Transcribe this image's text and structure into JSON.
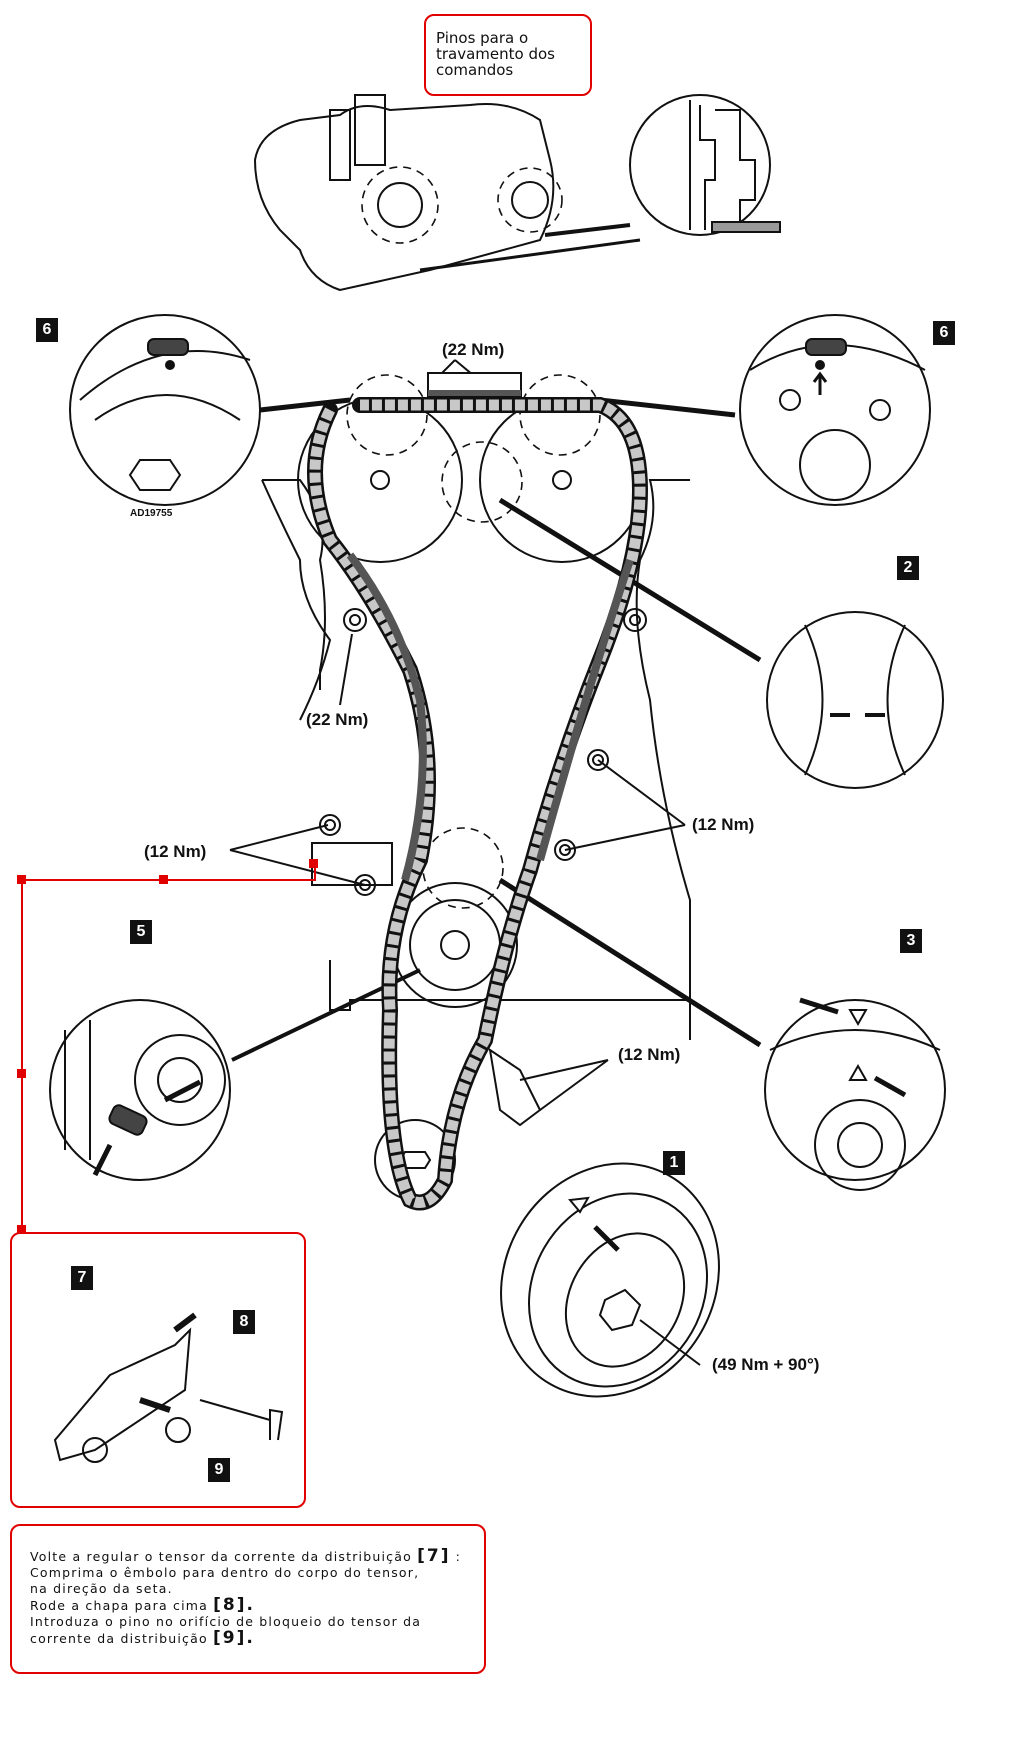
{
  "diagram": {
    "title_callout": "Pinos para o travamento dos comandos",
    "title_lines": [
      "Pinos para o",
      "travamento dos",
      "comandos"
    ],
    "part_number": "AD19755",
    "tags": {
      "t1": "1",
      "t2": "2",
      "t3": "3",
      "t5": "5",
      "t6_left": "6",
      "t6_right": "6",
      "t7": "7",
      "t8": "8",
      "t9": "9"
    },
    "torque_labels": {
      "tensioner_rail_top": "(22 Nm)",
      "left_guide": "(22 Nm)",
      "right_guide": "(12 Nm)",
      "upper_tensioner": "(12 Nm)",
      "lower_tensioner": "(12 Nm)",
      "crank_pulley": "(49 Nm + 90°)"
    },
    "instructions": {
      "line1_text": "Volte a regular o tensor da corrente da distribuição ",
      "line1_ref": "[7]",
      "line1_end": " :",
      "line2": "Comprima o êmbolo para dentro do corpo do tensor,",
      "line3": "na direção da seta.",
      "line4_text": "Rode a chapa para cima ",
      "line4_ref": "[8].",
      "line5": "Introduza o pino no orifício de bloqueio do tensor da",
      "line6_text": "corrente da distribuição ",
      "line6_ref": "[9]."
    },
    "colors": {
      "callout_border": "#e00000",
      "chain_fill": "#c8c8c8",
      "line": "#111111"
    }
  }
}
